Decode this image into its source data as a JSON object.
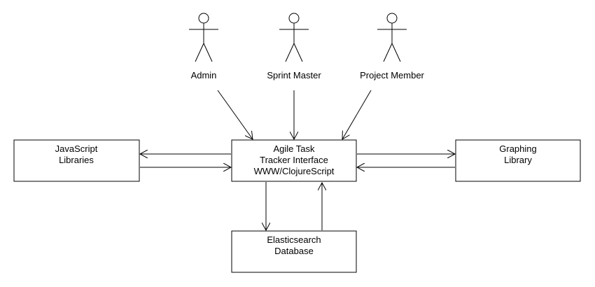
{
  "actors": [
    {
      "id": "admin",
      "label": "Admin"
    },
    {
      "id": "sprint-master",
      "label": "Sprint Master"
    },
    {
      "id": "project-member",
      "label": "Project Member"
    }
  ],
  "boxes": {
    "center": {
      "lines": [
        "Agile Task",
        "Tracker Interface",
        "WWW/ClojureScript"
      ]
    },
    "javascript": {
      "lines": [
        "JavaScript",
        "Libraries"
      ]
    },
    "graphing": {
      "lines": [
        "Graphing",
        "Library"
      ]
    },
    "database": {
      "lines": [
        "Elasticsearch",
        "Database"
      ]
    }
  }
}
